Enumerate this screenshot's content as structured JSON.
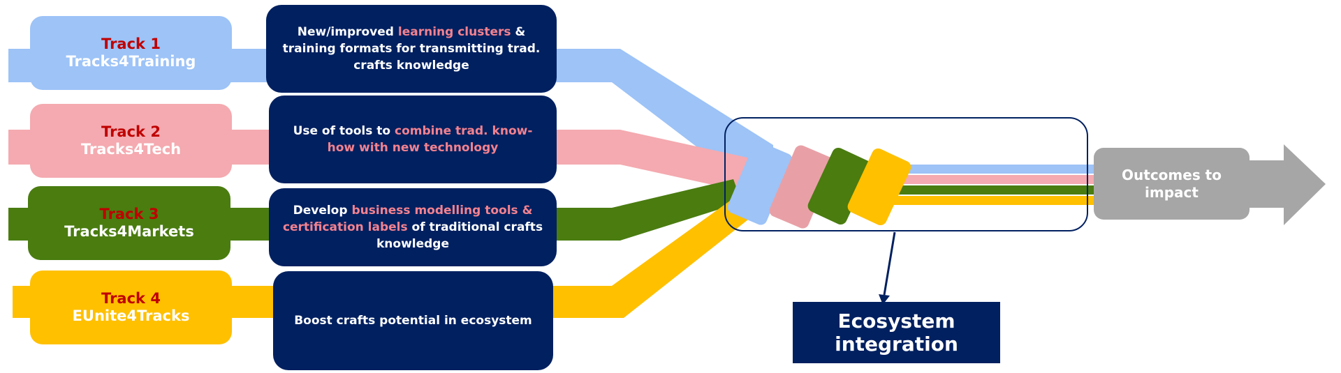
{
  "tracks": [
    {
      "number": "Track 1",
      "name": "Tracks4Training",
      "desc_pre": "New/improved ",
      "desc_hl": "learning clusters",
      "desc_post": " & training formats for transmitting trad. crafts knowledge",
      "color": "#9dc3f7"
    },
    {
      "number": "Track 2",
      "name": "Tracks4Tech",
      "desc_pre": "Use of tools to ",
      "desc_hl": "combine trad. know-how with new technology",
      "desc_post": "",
      "color": "#f4aab0"
    },
    {
      "number": "Track 3",
      "name": "Tracks4Markets",
      "desc_pre": "Develop ",
      "desc_hl": "business modelling tools & certification labels",
      "desc_post": " of traditional crafts knowledge",
      "color": "#4a7c10"
    },
    {
      "number": "Track 4",
      "name": "EUnite4Tracks",
      "desc_pre": "Boost crafts potential in ecosystem",
      "desc_hl": "",
      "desc_post": "",
      "color": "#ffc000"
    }
  ],
  "outcome_label": "Outcomes to impact",
  "ecosystem_label": "Ecosystem integration",
  "colors": {
    "dark_navy": "#002060",
    "track_number_red": "#c00000",
    "highlight_pink": "#f4828f",
    "outcome_gray": "#a6a6a6",
    "block2_pink": "#e8a0a6"
  },
  "icons": [
    "arrow-right-icon",
    "arrow-down-icon"
  ]
}
